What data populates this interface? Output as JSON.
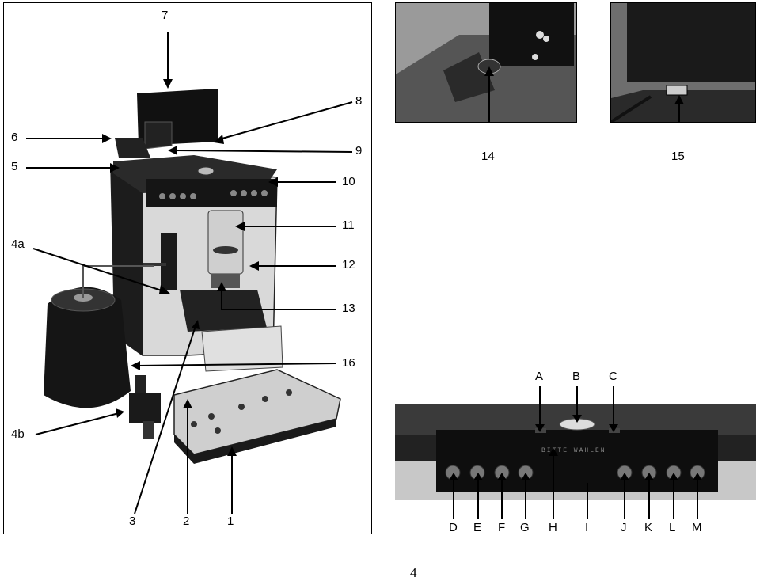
{
  "main_figure": {
    "labels": {
      "l7": "7",
      "l8": "8",
      "l6": "6",
      "l9": "9",
      "l5": "5",
      "l10": "10",
      "l11": "11",
      "l4a": "4a",
      "l12": "12",
      "l13": "13",
      "l16": "16",
      "l4b": "4b",
      "l3": "3",
      "l2": "2",
      "l1": "1"
    }
  },
  "photo_14": {
    "label": "14",
    "icon": "bean-container-lid-photo"
  },
  "photo_15": {
    "label": "15",
    "icon": "power-switch-photo"
  },
  "control_panel": {
    "display_text": "BITTE WAHLEN",
    "top_labels": {
      "a": "A",
      "b": "B",
      "c": "C"
    },
    "bottom_labels": {
      "d": "D",
      "e": "E",
      "f": "F",
      "g": "G",
      "h": "H",
      "i": "I",
      "j": "J",
      "k": "K",
      "l": "L",
      "m": "M"
    }
  },
  "page_number": "4"
}
